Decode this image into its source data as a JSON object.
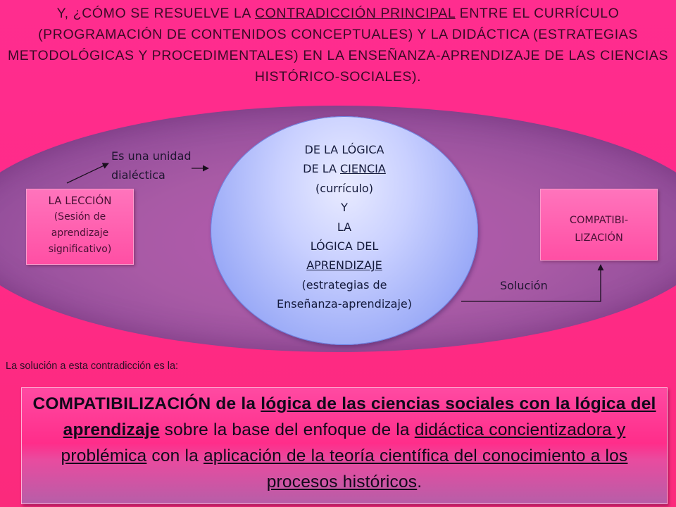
{
  "title": {
    "part1": "Y, ¿CÓMO SE RESUELVE LA ",
    "underlined": "CONTRADICCIÓN PRINCIPAL",
    "part2": " ENTRE EL CURRÍCULO (PROGRAMACIÓN DE CONTENIDOS CONCEPTUALES) Y LA DIDÁCTICA (ESTRATEGIAS METODOLÓGICAS Y PROCEDIMENTALES) EN LA ENSEÑANZA-APRENDIZAJE DE LAS CIENCIAS HISTÓRICO-SOCIALES)."
  },
  "leccion": {
    "line1": "LA LECCIÓN",
    "line2": "(Sesión de",
    "line3": "aprendizaje",
    "line4": "significativo)"
  },
  "unidad": {
    "line1": "Es una unidad",
    "line2": "dialéctica"
  },
  "circle": {
    "line1": "DE LA LÓGICA",
    "line2a": "DE LA ",
    "line2b": "CIENCIA",
    "line3": "(currículo)",
    "line4": "Y",
    "line5": "LA",
    "line6": "LÓGICA DEL",
    "line7": "APRENDIZAJE",
    "line8": "(estrategias de",
    "line9": "Enseñanza-aprendizaje)"
  },
  "compat": {
    "line1": "COMPATIBI-",
    "line2": "LIZACIÓN"
  },
  "solucion": "Solución",
  "intro": "La solución a esta contradicción es la:",
  "bottom": {
    "s1": "COMPATIBILIZACIÓN",
    "s2": " de la ",
    "s3": "lógica de las ciencias sociales con la lógica del aprendizaje",
    "s4": " sobre la base del enfoque  de la ",
    "s5": "didáctica concientizadora y problémica",
    "s6": " con la ",
    "s7": "aplicación de la teoría científica del conocimiento a los procesos históricos",
    "s8": "."
  }
}
